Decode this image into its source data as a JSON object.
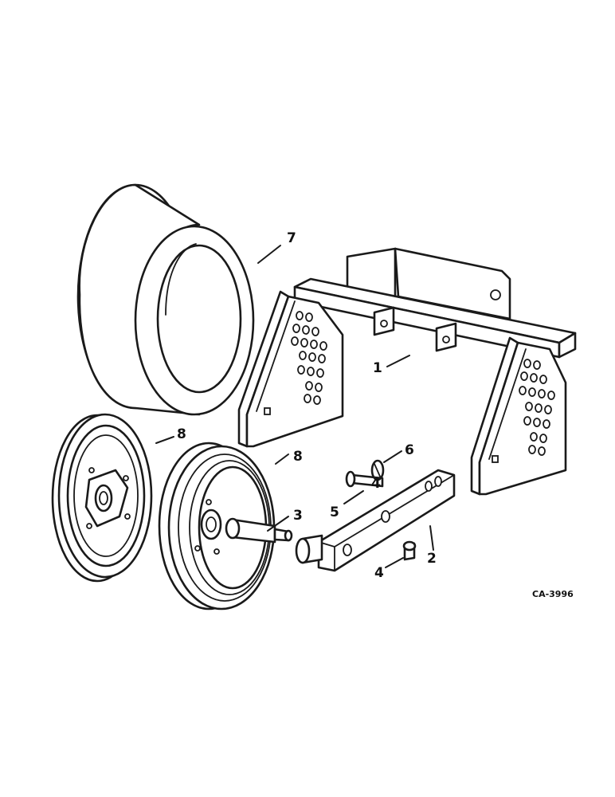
{
  "callouts": {
    "c1": "1",
    "c2": "2",
    "c3": "3",
    "c4a": "4",
    "c4b": "4",
    "c5": "5",
    "c6": "6",
    "c7": "7",
    "c8a": "8",
    "c8b": "8"
  },
  "drawing_code": "CA-3996"
}
